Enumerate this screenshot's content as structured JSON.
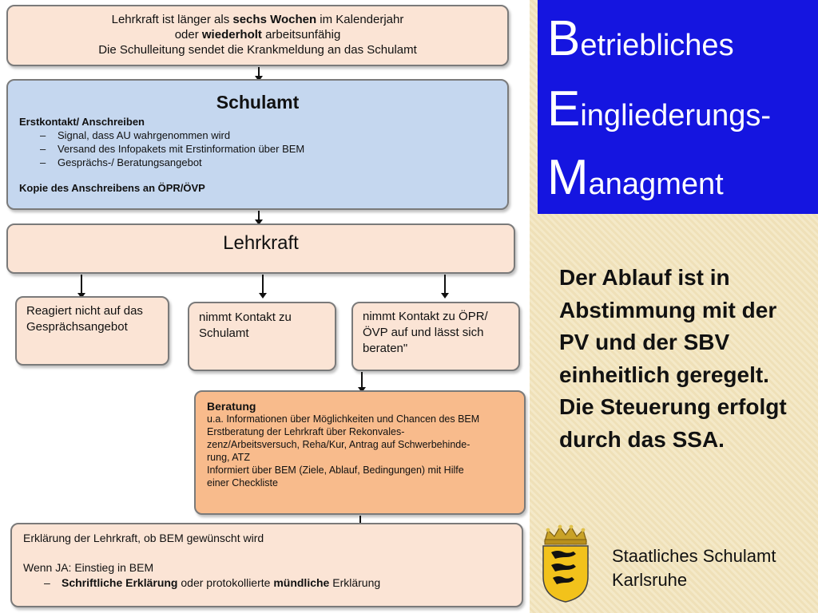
{
  "flow": {
    "box1": {
      "line1_pre": "Lehrkraft ist länger als ",
      "line1_bold": "sechs Wochen",
      "line1_post": " im Kalenderjahr",
      "line2_pre": "oder ",
      "line2_bold": "wiederholt",
      "line2_post": " arbeitsunfähig",
      "line3": "Die Schulleitung sendet die Krankmeldung an das Schulamt"
    },
    "box2": {
      "title": "Schulamt",
      "subheading": "Erstkontakt/ Anschreiben",
      "items": [
        "Signal, dass AU wahrgenommen wird",
        "Versand des Infopakets mit Erstinformation über BEM",
        "Gesprächs-/ Beratungsangebot"
      ],
      "footer": "Kopie des Anschreibens an ÖPR/ÖVP"
    },
    "box3": {
      "title": "Lehrkraft"
    },
    "option_left": {
      "line1": "Reagiert nicht auf das",
      "line2": "Gesprächsangebot"
    },
    "option_middle": {
      "line1": "nimmt Kontakt zu",
      "line2": "Schulamt"
    },
    "option_right": {
      "line1": "nimmt Kontakt zu ÖPR/",
      "line2": "ÖVP auf und lässt sich",
      "line3": "beraten\""
    },
    "box_beratung": {
      "title": "Beratung",
      "lines": [
        "u.a. Informationen über Möglichkeiten und Chancen des BEM",
        "Erstberatung  der Lehrkraft über Rekonvales-",
        "zenz/Arbeitsversuch, Reha/Kur, Antrag auf Schwerbehinde-",
        "rung, ATZ",
        "Informiert über BEM (Ziele, Ablauf, Bedingungen) mit Hilfe",
        "einer Checkliste"
      ]
    },
    "box_final": {
      "line1": "Erklärung der Lehrkraft, ob BEM gewünscht wird",
      "line2": "Wenn JA: Einstieg in BEM",
      "item_bold1": "Schriftliche Erklärung",
      "item_mid": " oder protokollierte ",
      "item_bold2": "mündliche",
      "item_post": " Erklärung"
    }
  },
  "title_block": {
    "cap1": "B",
    "rest1": "etriebliches",
    "cap2": "E",
    "rest2": "ingliederungs-",
    "cap3": "M",
    "rest3": "anagment",
    "background": "#1515e0"
  },
  "note": "Der Ablauf ist in Abstimmung mit der PV und der SBV einheitlich geregelt. Die Steuerung erfolgt durch das SSA.",
  "office": {
    "line1": "Staatliches Schulamt",
    "line2": "Karlsruhe"
  },
  "icons": {
    "crest": "baden-wuerttemberg-crest-icon"
  },
  "colors": {
    "peach": "#fbe4d5",
    "blue": "#c5d7ef",
    "orange": "#f8bb8c"
  }
}
